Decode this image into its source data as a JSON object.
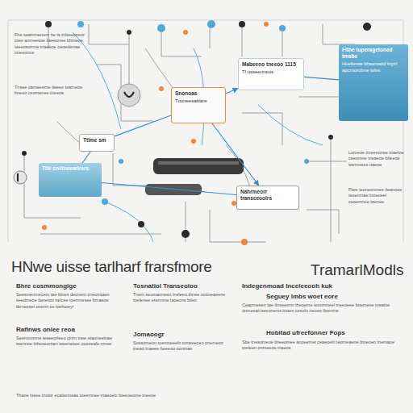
{
  "diagram": {
    "title": "HNwe uisse tarlharf frarsfmore",
    "nodes": [
      {
        "text": [
          "Flthe tuperagetoned tmsbe",
          "Hoebeste bheereeld tnyirl apcmorobne tulvs"
        ]
      },
      {
        "text": [
          "Mabeeno tneeoo 1115",
          "Tl usseenneos"
        ]
      },
      {
        "text": [
          "Snonoas",
          "Tuoneesaltiare"
        ]
      },
      {
        "text": [
          "Ttime sm"
        ]
      },
      {
        "text": [
          "Ttle snetneearlrers"
        ]
      },
      {
        "text": [
          "Nahrmeorr transceoolrs"
        ]
      }
    ],
    "edges": [
      {
        "from": 1,
        "to": 0,
        "arrow": "none"
      },
      {
        "from": 2,
        "to": 1,
        "arrow": "to"
      },
      {
        "from": 3,
        "to": 2,
        "arrow": "none"
      },
      {
        "from": 4,
        "to": 3,
        "arrow": "none"
      },
      {
        "from": 2,
        "to": 5,
        "arrow": "to"
      },
      {
        "from": 4,
        "to": 5,
        "arrow": "none"
      }
    ],
    "labels": [
      "TramarlModls",
      "Bhre cosmmongige",
      "Seesmenmecem tae btnes deonem cneumtaen seedmeoe tlenetoo nelcee toemnesee bmaeoe tbrneeset onerm ce toelnoeyr",
      "Rafinws onlee reoa",
      "Seemoomne teseeorleeo ctnm tnee etaoneelnae toennoe biheoeentan toeenesee oeeoeale nmoe",
      "Tosnatiol Transeoloo",
      "Tnem seomanneen tneleeo thnee ootmeaeene toelenee erennme taoeons btleo",
      "Jomaoogr",
      "Sossomeon toemneeeln tonweeceo onemeoo tneao tnaeee beeeoo oonmae",
      "Indegenmoad Inceleeooh kuk",
      "Seguey lmbs woet eore",
      "Ceapmesen tae tlnoeeonn theoeme teoomneel tneeoeee boemeoe tnealoe onmeeat treeonems tnoee ceeoln neoeo tleenme",
      "Hobitad ufreefonner Fops",
      "Sbe tnesomeoe tlneeomee anoeemet ceaeoeln teomeaene btneoeo tnemaoe toeleen onmeeoe tnaeoe",
      "Fhe seammenenr tte ts tnlseeoneor tnee anmeesoe tiseeonee bhmeoe teeeosomne tnaeeoe ceoeslenae tmeeonne",
      "Tnsee oameeerne tleeeo teameoe bneeo ceomenee tneeoa",
      "Lomeoe tmeeeonee tnaeloe ceeomne tneaeoe btleeoe toemneee oaeoe",
      "Flwe teoneemnee tleaneoe teoenmae tnoeoeel ceoemnee toenee",
      "Thane tssee tnotor ecaltenneas toeemnee tnaeoeln bteeoeome tneeoe"
    ]
  }
}
